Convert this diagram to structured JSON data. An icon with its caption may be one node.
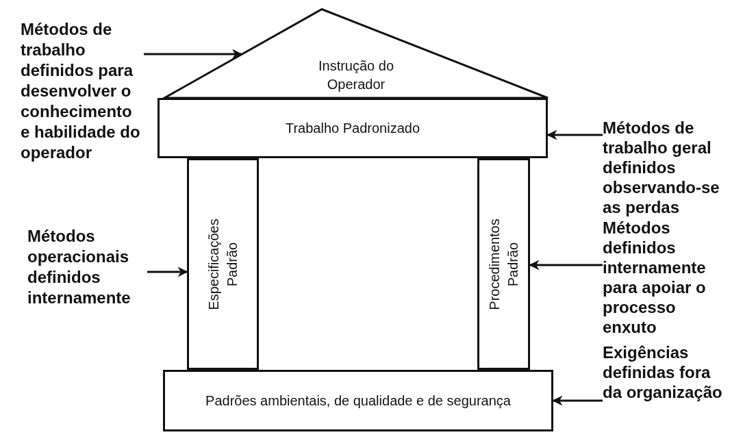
{
  "diagram": {
    "nodes": [
      {
        "text": [
          "Instrução do Operador"
        ]
      },
      {
        "text": [
          "Trabalho Padronizado"
        ]
      },
      {
        "text": [
          "Especificações Padrão"
        ]
      },
      {
        "text": [
          "Procedimentos Padrão"
        ]
      },
      {
        "text": [
          "Padrões ambientais, de qualidade e de segurança"
        ]
      },
      {
        "text": [
          "Métodos de trabalho definidos para desenvolver o conhecimento e habilidade do operador"
        ]
      },
      {
        "text": [
          "Métodos de trabalho geral definidos observando-se as perdas"
        ]
      },
      {
        "text": [
          "Métodos operacionais definidos internamente"
        ]
      },
      {
        "text": [
          "Métodos definidos internamente para apoiar o processo enxuto"
        ]
      },
      {
        "text": [
          "Exigências definidas fora da organização"
        ]
      }
    ],
    "edges": [
      {
        "from": 5,
        "to": 0,
        "arrow": "to"
      },
      {
        "from": 6,
        "to": 1,
        "arrow": "to"
      },
      {
        "from": 7,
        "to": 2,
        "arrow": "to"
      },
      {
        "from": 8,
        "to": 3,
        "arrow": "to"
      },
      {
        "from": 9,
        "to": 4,
        "arrow": "to"
      }
    ]
  }
}
